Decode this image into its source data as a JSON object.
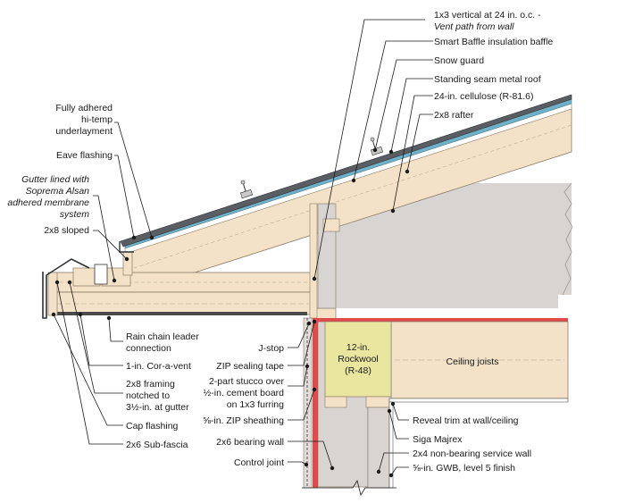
{
  "labels": {
    "vent_path_line1": "1x3 vertical at 24 in. o.c. -",
    "vent_path_line2": "Vent path from wall",
    "smart_baffle": "Smart Baffle insulation baffle",
    "snow_guard": "Snow guard",
    "standing_seam": "Standing seam metal roof",
    "cellulose": "24-in. cellulose (R-81.6)",
    "rafter": "2x8 rafter",
    "underlayment_line1": "Fully adhered",
    "underlayment_line2": "hi-temp",
    "underlayment_line3": "underlayment",
    "eave_flashing": "Eave flashing",
    "gutter_line1": "Gutter lined with",
    "gutter_line2": "Soprema Alsan",
    "gutter_line3": "adhered membrane",
    "gutter_line4": "system",
    "sloped": "2x8 sloped",
    "rain_chain_line1": "Rain chain leader",
    "rain_chain_line2": "connection",
    "cor_a_vent": "1-in. Cor-a-vent",
    "framing_line1": "2x8 framing",
    "framing_line2": "notched to",
    "framing_line3": "3½-in. at gutter",
    "cap_flashing": "Cap flashing",
    "sub_fascia": "2x6 Sub-fascia",
    "j_stop": "J-stop",
    "zip_tape": "ZIP sealing tape",
    "stucco_line1": "2-part stucco over",
    "stucco_line2": "½-in. cement board",
    "stucco_line3": "on 1x3 furring",
    "zip_sheathing": "⅝-in. ZIP sheathing",
    "bearing_wall": "2x6 bearing wall",
    "control_joint": "Control joint",
    "rockwool_line1": "12-in.",
    "rockwool_line2": "Rockwool",
    "rockwool_line3": "(R-48)",
    "ceiling_joists": "Ceiling joists",
    "reveal_trim": "Reveal trim at wall/ceiling",
    "siga": "Siga Majrex",
    "service_wall": "2x4 non-bearing service wall",
    "gwb": "⅝-in. GWB, level 5 finish"
  },
  "colors": {
    "wood": "#f3e2c8",
    "wood_edge": "#8a7a64",
    "insulation": "#d8d4d2",
    "rockwool": "#e9e79f",
    "roof_metal": "#5a5e63",
    "underlayment": "#6fb1c9",
    "sheathing_red": "#e04a4a",
    "ink": "#1a1a1a"
  }
}
